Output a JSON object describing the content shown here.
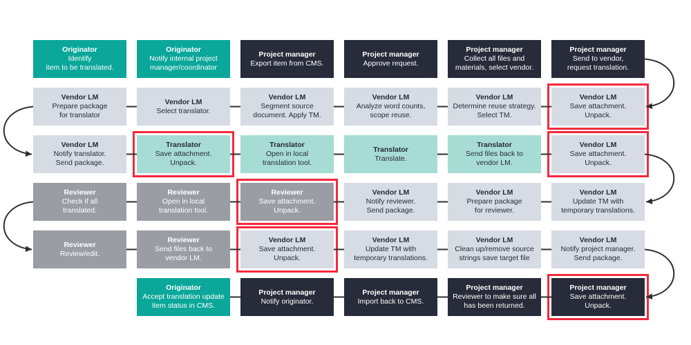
{
  "diagram": {
    "colors": {
      "background": "#ffffff",
      "connector": "#2f2f2f",
      "highlight": "#f3293c",
      "role_styles": {
        "originator": {
          "bg": "#0aa79a",
          "text": "#ffffff"
        },
        "project_manager": {
          "bg": "#272b3a",
          "text": "#ffffff"
        },
        "vendor_lm": {
          "bg": "#d6dbe4",
          "text": "#272b3a"
        },
        "translator": {
          "bg": "#a6dcd4",
          "text": "#272b3a"
        },
        "reviewer": {
          "bg": "#9a9ea4",
          "text": "#ffffff"
        }
      }
    },
    "boxes": [
      {
        "row": 1,
        "col": 1,
        "role": "Originator",
        "style": "originator",
        "lines": [
          "Identify",
          "item to be translated."
        ],
        "highlight": false
      },
      {
        "row": 1,
        "col": 2,
        "role": "Originator",
        "style": "originator",
        "lines": [
          "Notify internal project",
          "manager/coordinator"
        ],
        "highlight": false
      },
      {
        "row": 1,
        "col": 3,
        "role": "Project manager",
        "style": "project_manager",
        "lines": [
          "Export item from CMS."
        ],
        "highlight": false
      },
      {
        "row": 1,
        "col": 4,
        "role": "Project manager",
        "style": "project_manager",
        "lines": [
          "Approve request."
        ],
        "highlight": false
      },
      {
        "row": 1,
        "col": 5,
        "role": "Project manager",
        "style": "project_manager",
        "lines": [
          "Collect all files and",
          "materials, select vendor."
        ],
        "highlight": false
      },
      {
        "row": 1,
        "col": 6,
        "role": "Project manager",
        "style": "project_manager",
        "lines": [
          "Send to vendor,",
          "request translation."
        ],
        "highlight": false
      },
      {
        "row": 2,
        "col": 1,
        "role": "Vendor LM",
        "style": "vendor_lm",
        "lines": [
          "Prepare package",
          "for translator"
        ],
        "highlight": false
      },
      {
        "row": 2,
        "col": 2,
        "role": "Vendor LM",
        "style": "vendor_lm",
        "lines": [
          "Select translator."
        ],
        "highlight": false
      },
      {
        "row": 2,
        "col": 3,
        "role": "Vendor LM",
        "style": "vendor_lm",
        "lines": [
          "Segment source",
          "document. Apply TM."
        ],
        "highlight": false
      },
      {
        "row": 2,
        "col": 4,
        "role": "Vendor LM",
        "style": "vendor_lm",
        "lines": [
          "Analyze word counts,",
          "scope reuse."
        ],
        "highlight": false
      },
      {
        "row": 2,
        "col": 5,
        "role": "Vendor LM",
        "style": "vendor_lm",
        "lines": [
          "Determine reuse strategy.",
          "Select TM."
        ],
        "highlight": false
      },
      {
        "row": 2,
        "col": 6,
        "role": "Vendor LM",
        "style": "vendor_lm",
        "lines": [
          "Save attachment.",
          "Unpack."
        ],
        "highlight": true
      },
      {
        "row": 3,
        "col": 1,
        "role": "Vendor LM",
        "style": "vendor_lm",
        "lines": [
          "Notify translator.",
          "Send package."
        ],
        "highlight": false
      },
      {
        "row": 3,
        "col": 2,
        "role": "Translator",
        "style": "translator",
        "lines": [
          "Save attachment.",
          "Unpack."
        ],
        "highlight": true
      },
      {
        "row": 3,
        "col": 3,
        "role": "Translator",
        "style": "translator",
        "lines": [
          "Open in local",
          "translation tool."
        ],
        "highlight": false
      },
      {
        "row": 3,
        "col": 4,
        "role": "Translator",
        "style": "translator",
        "lines": [
          "Translate."
        ],
        "highlight": false
      },
      {
        "row": 3,
        "col": 5,
        "role": "Translator",
        "style": "translator",
        "lines": [
          "Send files back to",
          "vendor LM."
        ],
        "highlight": false
      },
      {
        "row": 3,
        "col": 6,
        "role": "Vendor LM",
        "style": "vendor_lm",
        "lines": [
          "Save attachment.",
          "Unpack."
        ],
        "highlight": true
      },
      {
        "row": 4,
        "col": 1,
        "role": "Reviewer",
        "style": "reviewer",
        "lines": [
          "Check if all",
          "translated."
        ],
        "highlight": false
      },
      {
        "row": 4,
        "col": 2,
        "role": "Reviewer",
        "style": "reviewer",
        "lines": [
          "Open in local",
          "translation tool."
        ],
        "highlight": false
      },
      {
        "row": 4,
        "col": 3,
        "role": "Reviewer",
        "style": "reviewer",
        "lines": [
          "Save attachment.",
          "Unpack."
        ],
        "highlight": true
      },
      {
        "row": 4,
        "col": 4,
        "role": "Vendor LM",
        "style": "vendor_lm",
        "lines": [
          "Notify reviewer.",
          "Send package."
        ],
        "highlight": false
      },
      {
        "row": 4,
        "col": 5,
        "role": "Vendor LM",
        "style": "vendor_lm",
        "lines": [
          "Prepare package",
          "for reviewer."
        ],
        "highlight": false
      },
      {
        "row": 4,
        "col": 6,
        "role": "Vendor LM",
        "style": "vendor_lm",
        "lines": [
          "Update TM with",
          "temporary translations."
        ],
        "highlight": false
      },
      {
        "row": 5,
        "col": 1,
        "role": "Reviewer",
        "style": "reviewer",
        "lines": [
          "Review/edit."
        ],
        "highlight": false
      },
      {
        "row": 5,
        "col": 2,
        "role": "Reviewer",
        "style": "reviewer",
        "lines": [
          "Send files back to",
          "vendor LM."
        ],
        "highlight": false
      },
      {
        "row": 5,
        "col": 3,
        "role": "Vendor LM",
        "style": "vendor_lm",
        "lines": [
          "Save attachment.",
          "Unpack."
        ],
        "highlight": true
      },
      {
        "row": 5,
        "col": 4,
        "role": "Vendor LM",
        "style": "vendor_lm",
        "lines": [
          "Update TM with",
          "temporary translations."
        ],
        "highlight": false
      },
      {
        "row": 5,
        "col": 5,
        "role": "Vendor LM",
        "style": "vendor_lm",
        "lines": [
          "Clean up/remove source",
          "strings save target file"
        ],
        "highlight": false
      },
      {
        "row": 5,
        "col": 6,
        "role": "Vendor LM",
        "style": "vendor_lm",
        "lines": [
          "Notify project manager.",
          "Send package."
        ],
        "highlight": false
      },
      {
        "row": 6,
        "col": 2,
        "role": "Originator",
        "style": "originator",
        "lines": [
          "Accept translation update",
          "item status in CMS."
        ],
        "highlight": false
      },
      {
        "row": 6,
        "col": 3,
        "role": "Project manager",
        "style": "project_manager",
        "lines": [
          "Notify originator."
        ],
        "highlight": false
      },
      {
        "row": 6,
        "col": 4,
        "role": "Project manager",
        "style": "project_manager",
        "lines": [
          "Import back to CMS."
        ],
        "highlight": false
      },
      {
        "row": 6,
        "col": 5,
        "role": "Project manager",
        "style": "project_manager",
        "lines": [
          "Reviewer to make sure all",
          "has been returned."
        ],
        "highlight": false
      },
      {
        "row": 6,
        "col": 6,
        "role": "Project manager",
        "style": "project_manager",
        "lines": [
          "Save attachment.",
          "Unpack."
        ],
        "highlight": true
      }
    ],
    "row_connectors": [
      {
        "row": 2,
        "from_col": 1,
        "to_col": 6
      },
      {
        "row": 3,
        "from_col": 1,
        "to_col": 6
      },
      {
        "row": 4,
        "from_col": 1,
        "to_col": 6
      },
      {
        "row": 5,
        "from_col": 1,
        "to_col": 6
      },
      {
        "row": 6,
        "from_col": 2,
        "to_col": 6
      }
    ],
    "arrows": [
      {
        "side": "right",
        "from_row": 1,
        "to_row": 2
      },
      {
        "side": "left",
        "from_row": 2,
        "to_row": 3
      },
      {
        "side": "right",
        "from_row": 3,
        "to_row": 4
      },
      {
        "side": "left",
        "from_row": 4,
        "to_row": 5
      },
      {
        "side": "right",
        "from_row": 5,
        "to_row": 6
      }
    ]
  }
}
